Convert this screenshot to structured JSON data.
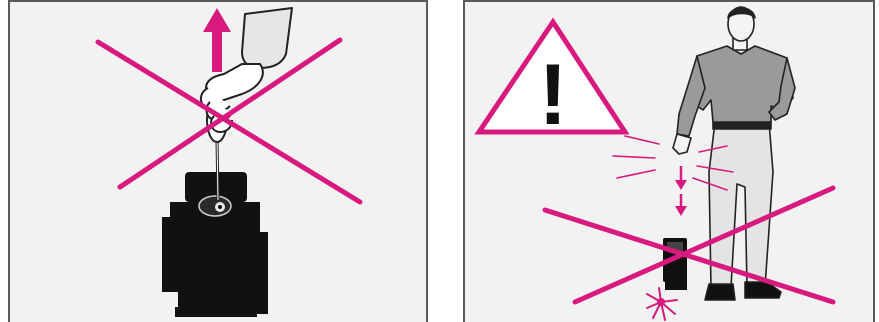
{
  "figure": {
    "panels": [
      {
        "id": "left",
        "depicts": "hand-pulling-pipette-from-pump",
        "prohibited": true
      },
      {
        "id": "right",
        "depicts": "person-dropping-pump",
        "prohibited": true,
        "warning_symbol": "!"
      }
    ]
  },
  "colors": {
    "prohibition": "#d8197e",
    "frame": "#5a5a5a",
    "panel_bg": "#f2f2f2",
    "device": "#111111",
    "shirt": "#9a9a9a",
    "trousers": "#e4e4e4",
    "skin": "#f4f4f4",
    "outline": "#222222"
  },
  "icons": {
    "up_arrow": "arrow-up-icon",
    "down_arrows": "arrow-down-icon",
    "warning": "warning-triangle-icon",
    "cross": "prohibition-cross-icon"
  }
}
